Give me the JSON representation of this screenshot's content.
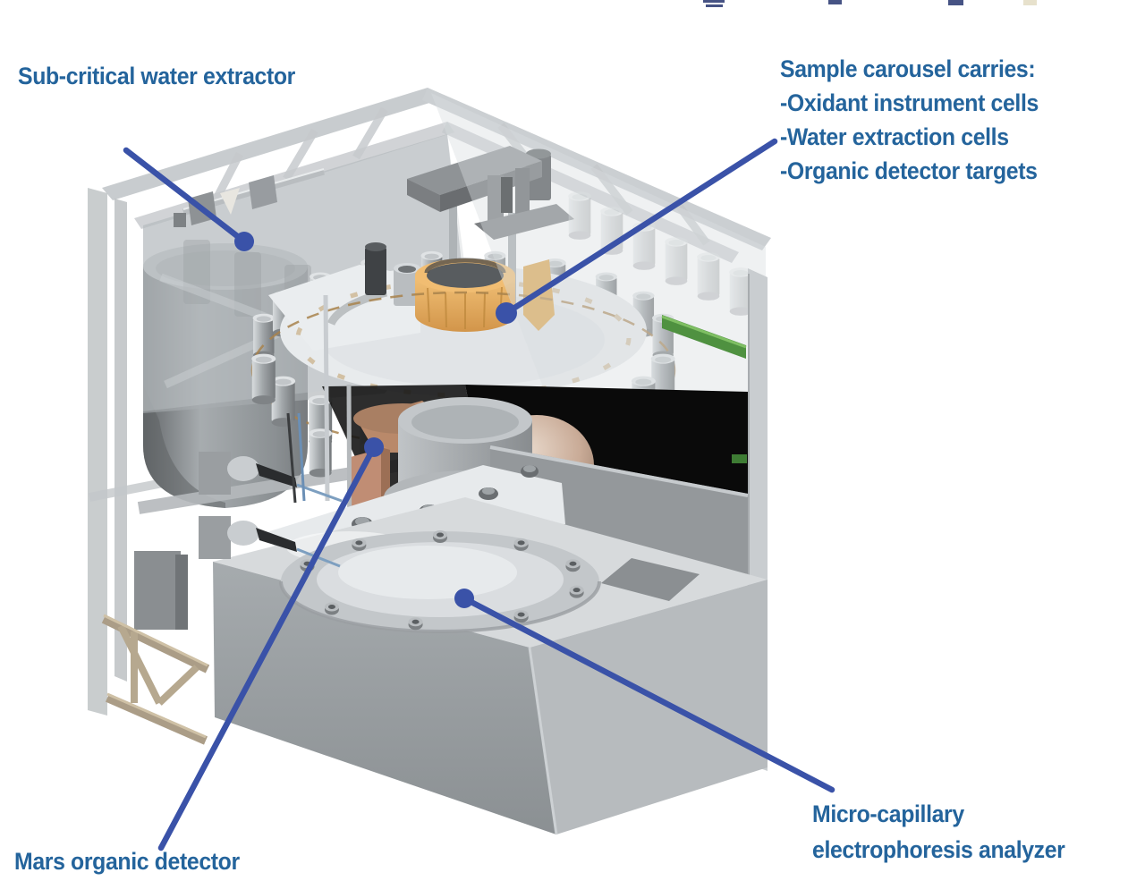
{
  "figure": {
    "title_hint": "Cut-away diagram of a Mars organic analysis instrument",
    "labels": {
      "water_extractor": "Sub-critical water extractor",
      "carousel_title": "Sample carousel carries:",
      "carousel_items": [
        "-Oxidant instrument cells",
        "-Water extraction cells",
        "-Organic detector targets"
      ],
      "organic_detector": "Mars organic detector",
      "analyzer_line1": "Micro-capillary",
      "analyzer_line2": "electrophoresis analyzer"
    },
    "colors": {
      "label_text": "#24649c",
      "leader_line": "#3a52a8",
      "machine_gray": "#b9bdc0",
      "carousel_deck": "#e9ecee",
      "sample_ring_orange": "#e8b364",
      "pcb_green": "#4f9140",
      "cavity_black": "#0a0a0a",
      "copper": "#bd8f6d",
      "truss_tan": "#ab9d87",
      "background": "#ffffff"
    }
  }
}
